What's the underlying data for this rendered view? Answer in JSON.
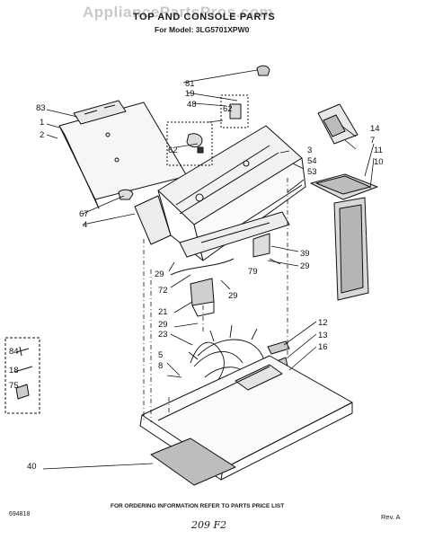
{
  "watermark": "AppliancePartsPros.com",
  "title": "TOP AND CONSOLE PARTS",
  "model_line": "For Model: 3LG5701XPW0",
  "footer_note": "FOR ORDERING INFORMATION REFER TO PARTS PRICE LIST",
  "doc_code": "694818",
  "revision": "Rev. A",
  "handwritten": "209 F2",
  "callouts": [
    "81",
    "19",
    "48",
    "83",
    "1",
    "2",
    "62",
    "62",
    "3",
    "54",
    "53",
    "67",
    "4",
    "14",
    "7",
    "11",
    "10",
    "39",
    "29",
    "79",
    "29",
    "72",
    "29",
    "21",
    "29",
    "23",
    "84",
    "18",
    "75",
    "5",
    "8",
    "12",
    "13",
    "16",
    "40"
  ]
}
